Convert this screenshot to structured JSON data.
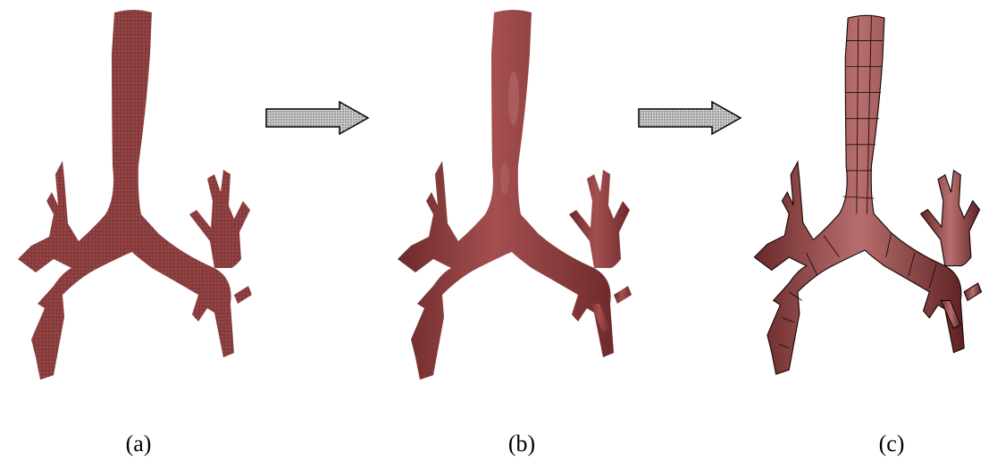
{
  "figure": {
    "panels": [
      {
        "label": "(a)",
        "style": "dense-mesh",
        "color": "#8a3d3d"
      },
      {
        "label": "(b)",
        "style": "smooth-surface",
        "color": "#8f3f40"
      },
      {
        "label": "(c)",
        "style": "quad-mesh",
        "color": "#7e3536"
      }
    ],
    "arrows": [
      {
        "icon": "right-arrow-icon",
        "fill": "#d0d0d0",
        "stroke": "#000000"
      },
      {
        "icon": "right-arrow-icon",
        "fill": "#d0d0d0",
        "stroke": "#000000"
      }
    ]
  }
}
